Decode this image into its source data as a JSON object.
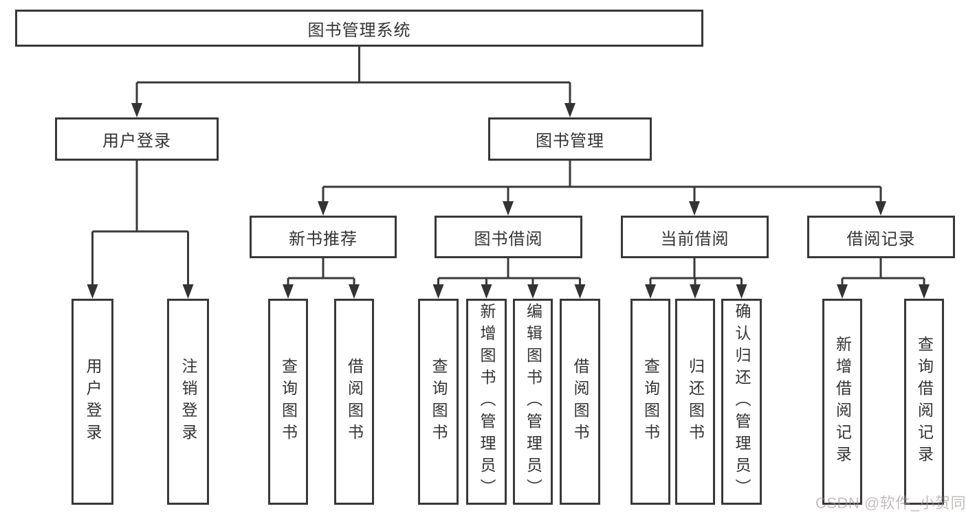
{
  "tree": {
    "root": {
      "label": "图书管理系统",
      "children": [
        {
          "label": "用户登录",
          "children": [
            {
              "label": "用户登录"
            },
            {
              "label": "注销登录"
            }
          ]
        },
        {
          "label": "图书管理",
          "children": [
            {
              "label": "新书推荐",
              "children": [
                {
                  "label": "查询图书"
                },
                {
                  "label": "借阅图书"
                }
              ]
            },
            {
              "label": "图书借阅",
              "children": [
                {
                  "label": "查询图书"
                },
                {
                  "label": "新增图书（管理员）"
                },
                {
                  "label": "编辑图书（管理员）"
                },
                {
                  "label": "借阅图书"
                }
              ]
            },
            {
              "label": "当前借阅",
              "children": [
                {
                  "label": "查询图书"
                },
                {
                  "label": "归还图书"
                },
                {
                  "label": "确认归还（管理员）"
                }
              ]
            },
            {
              "label": "借阅记录",
              "children": [
                {
                  "label": "新增借阅记录"
                },
                {
                  "label": "查询借阅记录"
                }
              ]
            }
          ]
        }
      ]
    }
  },
  "watermark": {
    "text": "CSDN @软件_小贺同学"
  },
  "colors": {
    "line": "#3a3a3a",
    "border": "#383838",
    "text": "#333333",
    "background": "#ffffff",
    "watermark": "#c9c0c0"
  }
}
